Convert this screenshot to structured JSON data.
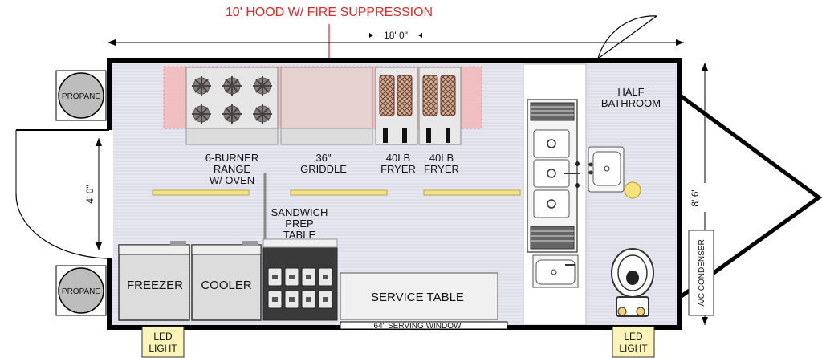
{
  "hood": {
    "label": "10' HOOD W/ FIRE SUPPRESSION"
  },
  "dimensions": {
    "length": "18' 0\"",
    "door_width": "4' 0\"",
    "width": "8' 6\""
  },
  "propane": {
    "top": "PROPANE",
    "bottom": "PROPANE"
  },
  "equipment": {
    "range": [
      "6-BURNER",
      "RANGE",
      "W/ OVEN"
    ],
    "griddle": [
      "36\"",
      "GRIDDLE"
    ],
    "fryer1": [
      "40LB",
      "FRYER"
    ],
    "fryer2": [
      "40LB",
      "FRYER"
    ],
    "prep_table": [
      "SANDWICH",
      "PREP",
      "TABLE"
    ],
    "freezer": "FREEZER",
    "cooler": "COOLER",
    "service_table": "SERVICE TABLE",
    "serving_window": "64\" SERVING WINDOW"
  },
  "bathroom": [
    "HALF",
    "BATHROOM"
  ],
  "ac": "A/C CONDENSER",
  "led": {
    "left": [
      "LED",
      "LIGHT"
    ],
    "right": [
      "LED",
      "LIGHT"
    ]
  },
  "colors": {
    "hood_fill": "#f2b9b9",
    "floor": "#e4e4ee",
    "led_bar": "#f2e38a",
    "led_box": "#fbf4b8",
    "wall": "#000000",
    "annotation": "#d32f2f"
  }
}
